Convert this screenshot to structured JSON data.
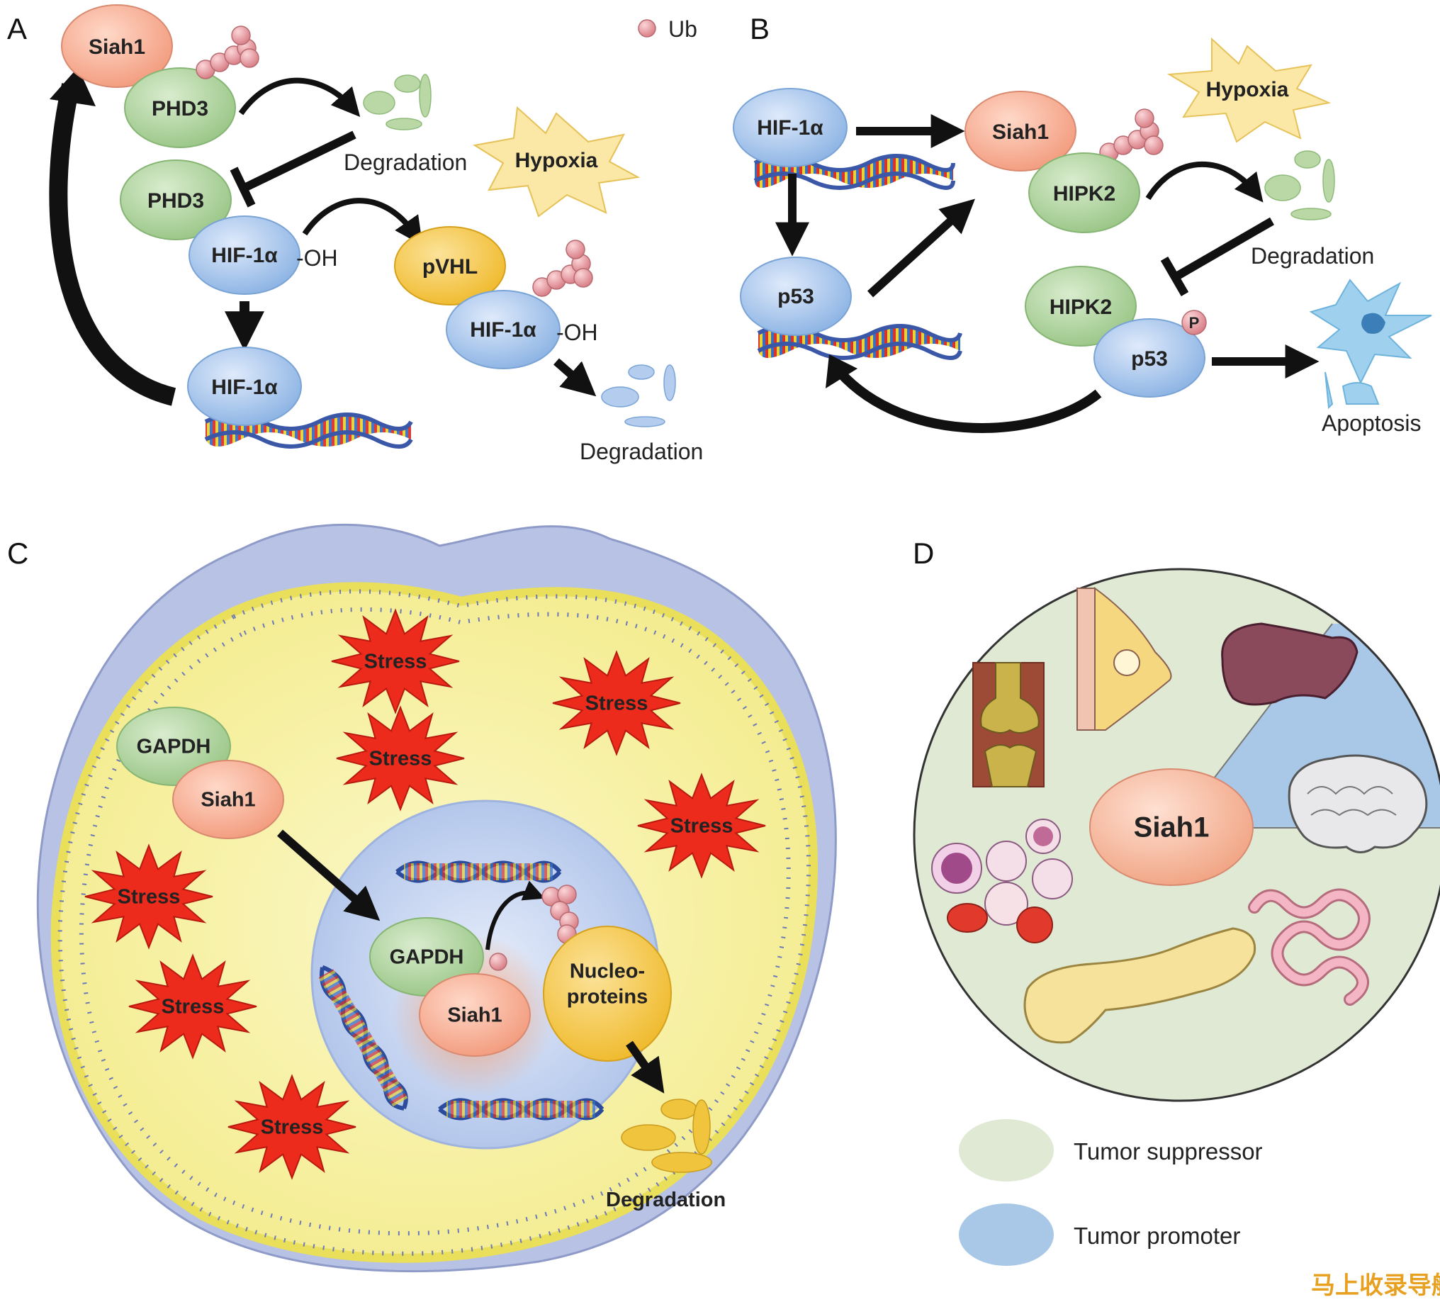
{
  "panels": {
    "A": {
      "letter": "A",
      "ub_legend": "Ub",
      "siah1": "Siah1",
      "phd3_top": "PHD3",
      "degradation_top": "Degradation",
      "hypoxia": "Hypoxia",
      "phd3_mid": "PHD3",
      "hif_mid": "HIF-1α",
      "oh_mid": "-OH",
      "pvhl": "pVHL",
      "hif_right": "HIF-1α",
      "oh_right": "-OH",
      "hif_bottom": "HIF-1α",
      "degradation_bottom": "Degradation"
    },
    "B": {
      "letter": "B",
      "hif": "HIF-1α",
      "siah1": "Siah1",
      "hypoxia": "Hypoxia",
      "hipk2_top": "HIPK2",
      "degradation": "Degradation",
      "p53_left": "p53",
      "hipk2_bottom": "HIPK2",
      "p": "P",
      "p53_right": "p53",
      "apoptosis": "Apoptosis"
    },
    "C": {
      "letter": "C",
      "stress": [
        "Stress",
        "Stress",
        "Stress",
        "Stress",
        "Stress",
        "Stress",
        "Stress"
      ],
      "gapdh_cyto": "GAPDH",
      "siah1_cyto": "Siah1",
      "gapdh_nuc": "GAPDH",
      "siah1_nuc": "Siah1",
      "nucleo_line1": "Nucleo-",
      "nucleo_line2": "proteins",
      "degradation": "Degradation"
    },
    "D": {
      "letter": "D",
      "center": "Siah1",
      "legend": [
        {
          "label": "Tumor suppressor",
          "color": "#dfe9d3"
        },
        {
          "label": "Tumor promoter",
          "color": "#a9c8e8"
        }
      ]
    }
  },
  "watermark": "马上收录导航",
  "colors": {
    "siah": "#f4a58a",
    "phd": "#a9d19a",
    "hif": "#9dc0ea",
    "pvhl": "#f4c63a",
    "ub": "#e79a9e",
    "hypoxia": "#fbe39a",
    "stress": "#ec2b1c",
    "cytoplasm": "#f8f3a8",
    "nucleus": "#bfd0ef"
  }
}
